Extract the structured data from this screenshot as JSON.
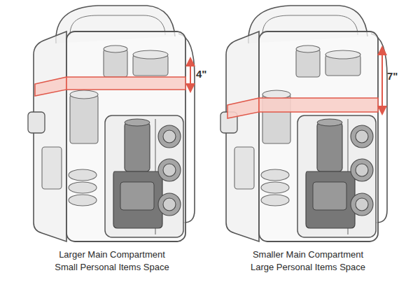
{
  "diagram": {
    "labels": [
      "4\"",
      "Larger Main Compartment",
      "Small Personal Items Space",
      "7\"",
      "Smaller Main Compartment",
      "Large Personal Items Space"
    ]
  }
}
